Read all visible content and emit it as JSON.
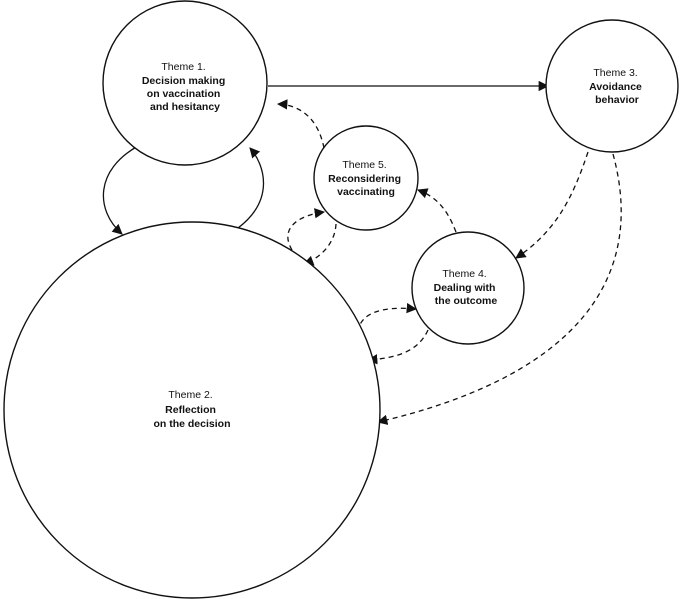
{
  "themes": [
    {
      "id": "theme1",
      "number": "Theme 1.",
      "name_lines": [
        "Decision making",
        "on vaccination",
        "and hesitancy"
      ]
    },
    {
      "id": "theme2",
      "number": "Theme 2.",
      "name_lines": [
        "Reflection",
        "on the decision"
      ]
    },
    {
      "id": "theme3",
      "number": "Theme 3.",
      "name_lines": [
        "Avoidance",
        "behavior"
      ]
    },
    {
      "id": "theme4",
      "number": "Theme 4.",
      "name_lines": [
        "Dealing with",
        "the outcome"
      ]
    },
    {
      "id": "theme5",
      "number": "Theme 5.",
      "name_lines": [
        "Reconsidering",
        "vaccinating"
      ]
    }
  ],
  "edges": [
    {
      "from": "theme1",
      "to": "theme3",
      "style": "solid"
    },
    {
      "from": "theme1",
      "to": "theme2",
      "style": "solid"
    },
    {
      "from": "theme2",
      "to": "theme1",
      "style": "solid"
    },
    {
      "from": "theme5",
      "to": "theme1",
      "style": "dashed"
    },
    {
      "from": "theme2",
      "to": "theme5",
      "style": "dashed"
    },
    {
      "from": "theme5",
      "to": "theme2",
      "style": "dashed"
    },
    {
      "from": "theme4",
      "to": "theme5",
      "style": "dashed"
    },
    {
      "from": "theme3",
      "to": "theme4",
      "style": "dashed"
    },
    {
      "from": "theme2",
      "to": "theme4",
      "style": "dashed"
    },
    {
      "from": "theme4",
      "to": "theme2",
      "style": "dashed"
    },
    {
      "from": "theme3",
      "to": "theme2",
      "style": "dashed"
    }
  ],
  "colors": {
    "stroke": "#111111",
    "fill": "#ffffff",
    "text": "#111111"
  }
}
